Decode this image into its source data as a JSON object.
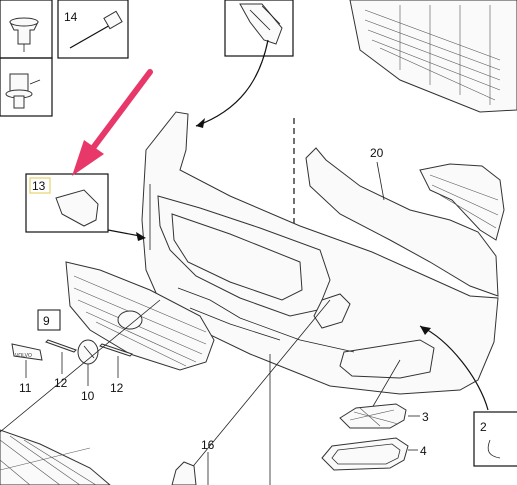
{
  "callouts": {
    "c2": "2",
    "c3": "3",
    "c4": "4",
    "c9": "9",
    "c10": "10",
    "c11": "11",
    "c12a": "12",
    "c12b": "12",
    "c13": "13",
    "c14": "14",
    "c16": "16",
    "c20": "20"
  },
  "logo_text": "VOLVO",
  "colors": {
    "highlight_arrow": "#e8386a",
    "callout_highlight_border": "#e6d36a"
  }
}
